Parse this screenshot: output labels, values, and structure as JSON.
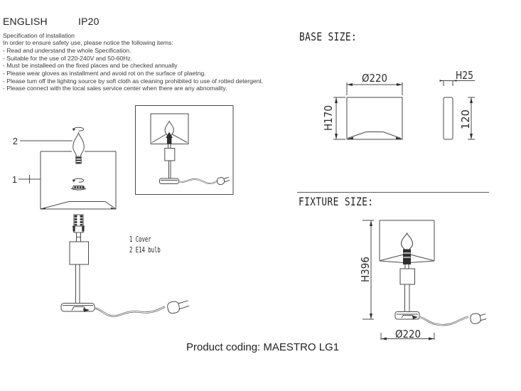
{
  "header": {
    "language": "ENGLISH",
    "ip_rating": "IP20"
  },
  "spec": {
    "title": "Specification of installation",
    "intro": "In order to ensure safety use, please notice the following items:",
    "items": [
      "- Read and understand the whole Specification.",
      "- Suitable for the use of 220-240V and 50-60Hz.",
      "- Must be installeed on the fixed places and be checked annually",
      "- Please wear gloves as installment and avoid rot on the surface of plaetng.",
      "- Please tum off the lighitng source by soft cloth as cleaning prohibited to use of rotted detergent.",
      "- Please connect with the local sales service center when there are any abnomality."
    ]
  },
  "exploded": {
    "label_shade": "1",
    "label_bulb": "2"
  },
  "legend": {
    "cover": "1 Cover",
    "bulb": "2 E14 bulb"
  },
  "base_size": {
    "heading": "BASE SIZE:",
    "diameter": "Ø220",
    "height": "H170",
    "side_height": "H25",
    "side_depth": "120"
  },
  "fixture_size": {
    "heading": "FIXTURE SIZE:",
    "height": "H396",
    "diameter": "Ø220"
  },
  "footer": {
    "product_coding": "Product coding: MAESTRO LG1"
  }
}
